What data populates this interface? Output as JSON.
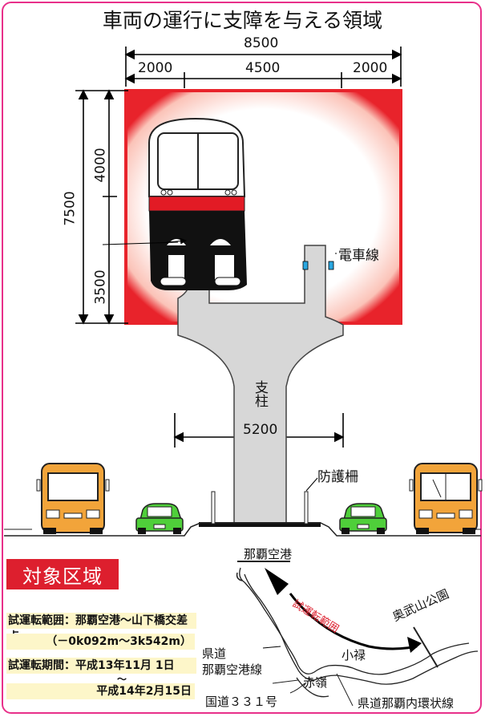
{
  "title": "車両の運行に支障を与える領域",
  "dimensions": {
    "total_width": "8500",
    "left_margin": "2000",
    "center_width": "4500",
    "right_margin": "2000",
    "total_height": "7500",
    "upper_height": "4000",
    "lower_height": "3500",
    "pillar_base_width": "5200"
  },
  "labels": {
    "overhead_line": "電車線",
    "pillar": "支柱",
    "guard_fence": "防護柵"
  },
  "section": {
    "badge": "対象区域"
  },
  "trial": {
    "range_line1": "試運転範囲：那覇空港～山下橋交差点",
    "range_line2": "（－0k092m～3k542m）",
    "period_line1": "試運転期間：平成13年11月 1日",
    "period_tilde": "～",
    "period_line2": "平成14年2月15日"
  },
  "map": {
    "airport": "那覇空港",
    "trial_range": "試運転範囲",
    "park": "奥武山公園",
    "oroku": "小禄",
    "prefectural_road": "県道",
    "airport_line": "那覇空港線",
    "akamine": "赤嶺",
    "national_route": "国道３３１号",
    "ring_road": "県道那覇内環状線"
  },
  "colors": {
    "accent": "#dd1f2e",
    "frame": "#e8308a",
    "bus_body": "#f2a43a",
    "car_body": "#4fcf3a",
    "pillar": "#d7d7d7"
  }
}
